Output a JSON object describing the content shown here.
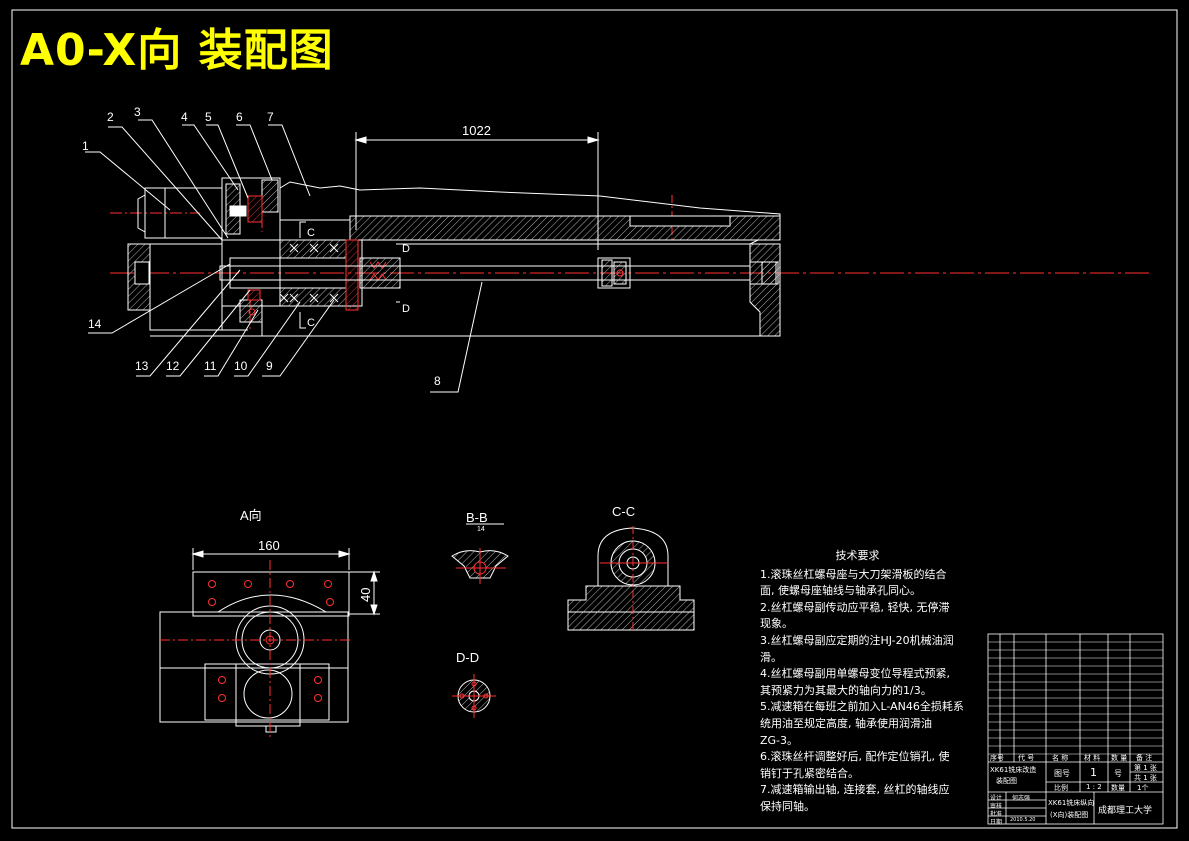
{
  "title": "A0-X向 装配图",
  "part_numbers": [
    "1",
    "2",
    "3",
    "4",
    "5",
    "6",
    "7",
    "8",
    "9",
    "10",
    "11",
    "12",
    "13",
    "14"
  ],
  "dimensions": {
    "main_length": "1022",
    "a_view_width": "160",
    "a_view_height": "40"
  },
  "section_labels": {
    "c_top": "C",
    "c_bottom": "C",
    "d_top": "D",
    "d_bottom": "D"
  },
  "views": {
    "a_view": "A向",
    "bb": "B-B",
    "bb_sub": "14",
    "cc": "C-C",
    "dd": "D-D"
  },
  "tech_requirements": {
    "heading": "技术要求",
    "lines": [
      "1.滚珠丝杠螺母座与大刀架滑板的结合",
      "面, 使螺母座轴线与轴承孔同心。",
      "2.丝杠螺母副传动应平稳, 轻快, 无停滞",
      "现象。",
      "3.丝杠螺母副应定期的注HJ-20机械油润",
      "滑。",
      "4.丝杠螺母副用单螺母变位导程式预紧,",
      "其预紧力为其最大的轴向力的1/3。",
      "5.减速箱在每班之前加入L-AN46全损耗系",
      "统用油至规定高度, 轴承使用润滑油",
      "ZG-3。",
      "6.滚珠丝杆调整好后, 配作定位销孔, 使",
      "销钉于孔紧密结合。",
      "7.减速箱输出轴, 连接套, 丝杠的轴线应",
      "保持同轴。"
    ]
  },
  "title_block": {
    "drawing_name": "XK61铣床改造",
    "drawing_name2": "装配图",
    "sheet_col": "图号",
    "sheet_no": "1",
    "sheet_unit": "号",
    "sheet_total": "第 1 张",
    "sheet_count": "共 1 张",
    "scale_label": "比例",
    "scale": "1 : 2",
    "qty_label": "数量",
    "qty": "1个",
    "header_cols": [
      "序号",
      "代 号",
      "名  称",
      "材 料",
      "数 量",
      "备 注"
    ],
    "designer_label": "设计",
    "designer": "何志强",
    "checker_label": "审核",
    "approver_label": "批准",
    "date_label": "日期",
    "date": "2010.5.20",
    "center_title1": "XK61铣床纵向",
    "center_title2": "(X向)装配图",
    "school": "成都理工大学"
  }
}
